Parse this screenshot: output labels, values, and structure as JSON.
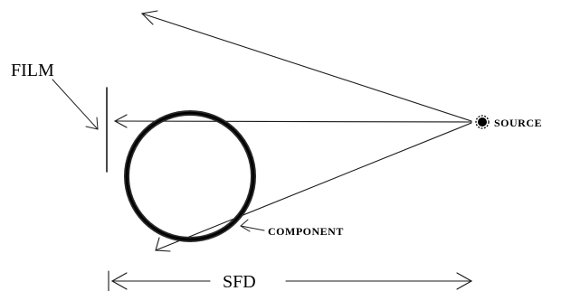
{
  "labels": {
    "film": "FILM",
    "source": "SOURCE",
    "component": "COMPONENT",
    "sfd": "SFD"
  },
  "colors": {
    "ink": "#000000",
    "background": "#ffffff"
  },
  "icons": {
    "source": "starburst-source-icon"
  }
}
